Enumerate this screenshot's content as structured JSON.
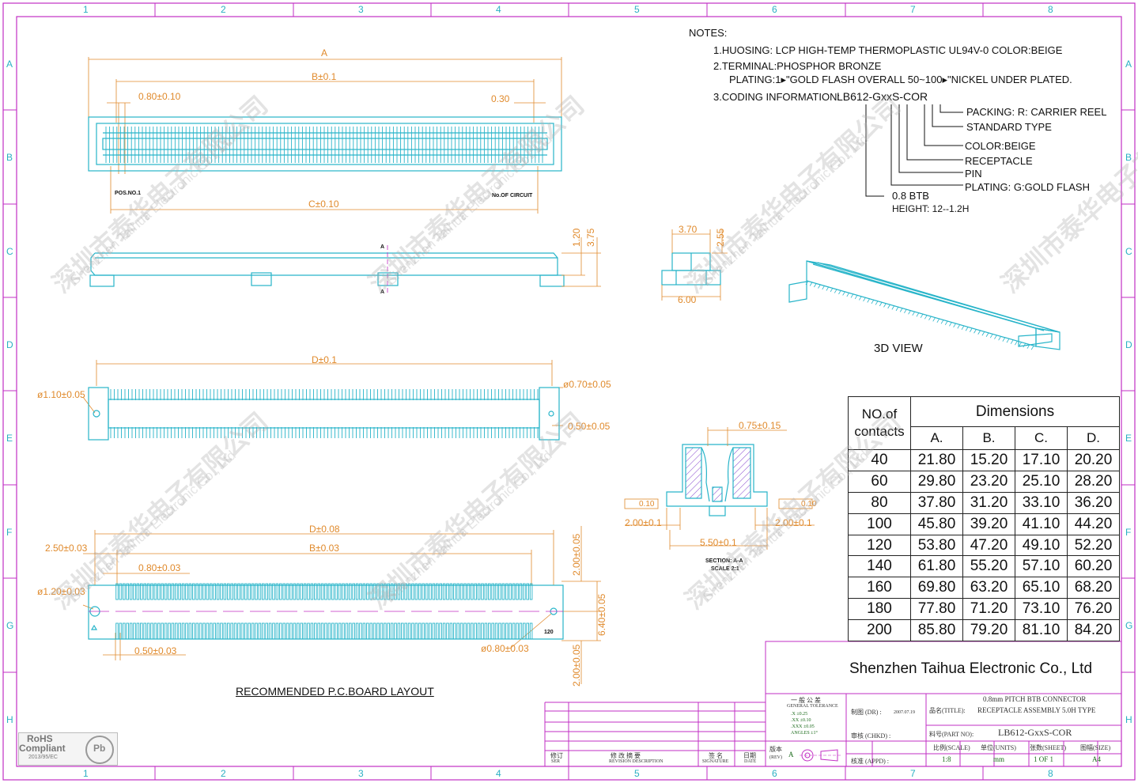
{
  "zones": {
    "cols": [
      "1",
      "2",
      "3",
      "4",
      "5",
      "6",
      "7",
      "8"
    ],
    "rows": [
      "A",
      "B",
      "C",
      "D",
      "E",
      "F",
      "G",
      "H"
    ]
  },
  "notes": {
    "heading": "NOTES:",
    "line1": "1.HUOSING: LCP HIGH-TEMP THERMOPLASTIC UL94V-0  COLOR:BEIGE",
    "line2a": "2.TERMINAL:PHOSPHOR  BRONZE",
    "line2b": "PLATING:1▸\"GOLD FLASH OVERALL 50~100▸\"NICKEL UNDER PLATED.",
    "line3": "3.CODING  INFORMATION:",
    "code": "LB612-GxxS-COR",
    "code_labels": [
      "PACKING: R: CARRIER REEL",
      "STANDARD TYPE",
      "COLOR:BEIGE",
      "RECEPTACLE",
      "PIN",
      "PLATING: G:GOLD FLASH",
      "0.8 BTB",
      "HEIGHT: 12--1.2H"
    ]
  },
  "top_view": {
    "dim_a": "A",
    "dim_b": "B±0.1",
    "pitch": "0.80±0.10",
    "end": "0.30",
    "dim_c": "C±0.10",
    "pos_label": "POS.NO.1",
    "circuit_label": "No.OF  CIRCUIT"
  },
  "side_view": {
    "h1": "1.20",
    "h2": "3.75",
    "section_marker": "A"
  },
  "end_view": {
    "w_top": "3.70",
    "h": "2.55",
    "w_bottom": "6.00"
  },
  "three_d": {
    "label": "3D   VIEW"
  },
  "bottom_view": {
    "dim_d": "D±0.1",
    "hole_left": "ø1.10±0.05",
    "hole_right": "ø0.70±0.05",
    "tail": "0.50±0.05"
  },
  "section": {
    "top": "0.75±0.15",
    "flat_l": "0.10",
    "flat_r": "0.10",
    "left": "2.00±0.1",
    "right": "2.00±0.1",
    "center": "5.50±0.1",
    "title": "SECTION:  A-A",
    "scale": "SCALE  2:1"
  },
  "pcb": {
    "dim_d": "D±0.08",
    "dim_b": "B±0.03",
    "offset": "2.50±0.03",
    "pitch": "0.80±0.03",
    "hole_left": "ø1.20±0.03",
    "pad_w": "0.50±0.03",
    "hole_right": "ø0.80±0.03",
    "v1": "2.00±0.05",
    "v2": "6.40±0.05",
    "v3": "2.00±0.05",
    "caption": "RECOMMENDED  P.C.BOARD  LAYOUT",
    "num": "120"
  },
  "dimensions_table": {
    "col_contacts": "NO.of contacts",
    "title": "Dimensions",
    "headers": [
      "A.",
      "B.",
      "C.",
      "D."
    ],
    "rows": [
      [
        "40",
        "21.80",
        "15.20",
        "17.10",
        "20.20"
      ],
      [
        "60",
        "29.80",
        "23.20",
        "25.10",
        "28.20"
      ],
      [
        "80",
        "37.80",
        "31.20",
        "33.10",
        "36.20"
      ],
      [
        "100",
        "45.80",
        "39.20",
        "41.10",
        "44.20"
      ],
      [
        "120",
        "53.80",
        "47.20",
        "49.10",
        "52.20"
      ],
      [
        "140",
        "61.80",
        "55.20",
        "57.10",
        "60.20"
      ],
      [
        "160",
        "69.80",
        "63.20",
        "65.10",
        "68.20"
      ],
      [
        "180",
        "77.80",
        "71.20",
        "73.10",
        "76.20"
      ],
      [
        "200",
        "85.80",
        "79.20",
        "81.10",
        "84.20"
      ]
    ]
  },
  "title_block": {
    "company": "Shenzhen Taihua Electronic Co., Ltd",
    "tolerance_title": "一 般 公 差",
    "tolerance_sub": "GENERAL  TOLERANCE",
    "tolerance_rows": [
      ".X   ±0.25",
      ".XX  ±0.10",
      ".XXX ±0.05",
      "ANGLES ±1°"
    ],
    "drawn": "制图 (DR) :",
    "drawn_date": "2007.07.19",
    "checked": "审核 (CHKD) :",
    "approved": "核准 (APPD) :",
    "title_label": "品名(TITLE):",
    "title_line1": "0.8mm  PITCH  BTB  CONNECTOR",
    "title_line2": "RECEPTACLE  ASSEMBLY  5.0H  TYPE",
    "part_label": "料号(PART NO):",
    "part_no": "LB612-GxxS-COR",
    "rev_label": "版本",
    "rev_sub": "(REV)",
    "rev_value": "A",
    "scale_label": "比例(SCALE)",
    "scale_value": "1:8",
    "units_label": "单位(UNITS)",
    "units_value": "mm",
    "sheet_label": "张数(SHEET)",
    "sheet_value": "1 OF 1",
    "size_label": "图幅(SIZE)",
    "size_value": "A4",
    "rev_table": {
      "seq": "修订",
      "seq_sub": "SER",
      "desc": "修  改  摘  要",
      "desc_sub": "REVISION  DESCRIPTION",
      "sign": "签  名",
      "sign_sub": "SIGNATURE",
      "date": "日期",
      "date_sub": "DATE"
    }
  },
  "rohs": {
    "line1": "RoHS",
    "line2": "Compliant",
    "line3": "2013/95/EC",
    "badge": "Pb"
  },
  "watermark": {
    "cn": "深圳市泰华电子有限公司",
    "en": "Shenzhen Taihua Electronic Co., Ltd"
  },
  "colors": {
    "frame": "#c22fc4",
    "part": "#27b4c9",
    "dimension": "#e08a2c",
    "hatch": "#8a4dcf",
    "text": "#111111"
  }
}
